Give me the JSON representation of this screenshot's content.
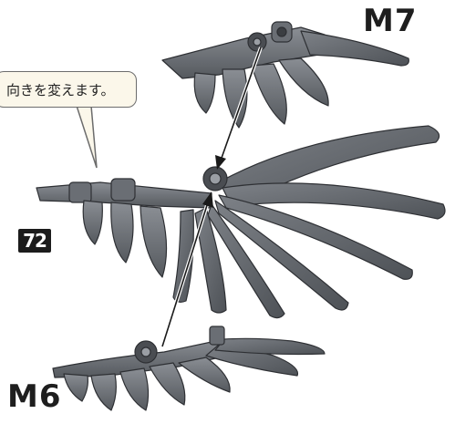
{
  "labels": {
    "part_top": "M7",
    "part_bottom": "M6",
    "step_number": "72"
  },
  "callout": {
    "text": "向きを変えます。"
  },
  "colors": {
    "part_fill": "#666a70",
    "part_dark": "#4a4d52",
    "part_highlight": "#8a8e94",
    "arrow": "#1a1a1a",
    "callout_bg": "#fbf7ea"
  }
}
